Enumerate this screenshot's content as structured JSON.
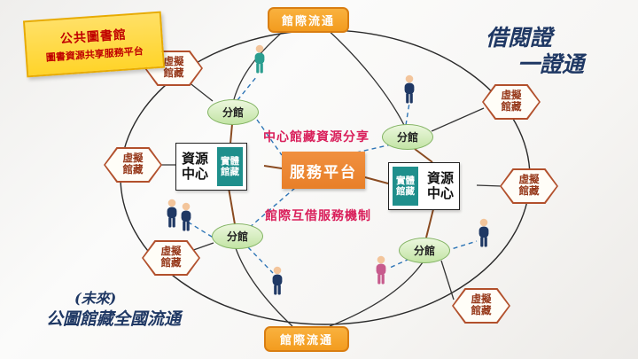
{
  "banner": {
    "line1": "公共圖書館",
    "line2": "圖書資源共享服務平台"
  },
  "flow_top": "館際流通",
  "flow_bottom": "館際流通",
  "card_note": {
    "line1": "借閱證",
    "line2": "一證通"
  },
  "future_note": {
    "line1": "(未來)",
    "line2": "公圖館藏全國流通"
  },
  "platform_label": "服務平台",
  "share_note": "中心館藏資源分享",
  "loan_note": "館際互借服務機制",
  "resource_center": {
    "l1": "資源",
    "l2": "中心"
  },
  "physical": {
    "l1": "實體",
    "l2": "館藏"
  },
  "branch_label": "分館",
  "virtual": {
    "l1": "虛擬",
    "l2": "館藏"
  },
  "icons": {
    "person": "person-figure"
  },
  "colors": {
    "platform_orange": "#E87F28",
    "flow_orange": "#F39C1F",
    "teal": "#1F8F8C",
    "flag_yellow": "#FFD42A",
    "flag_text_red": "#C00000",
    "note_red": "#D91E5A",
    "handwriting_navy": "#1F3864",
    "branch_green": "#C3E4A5",
    "virtual_border": "#B2502C",
    "dashed_blue": "#2E75B6"
  }
}
